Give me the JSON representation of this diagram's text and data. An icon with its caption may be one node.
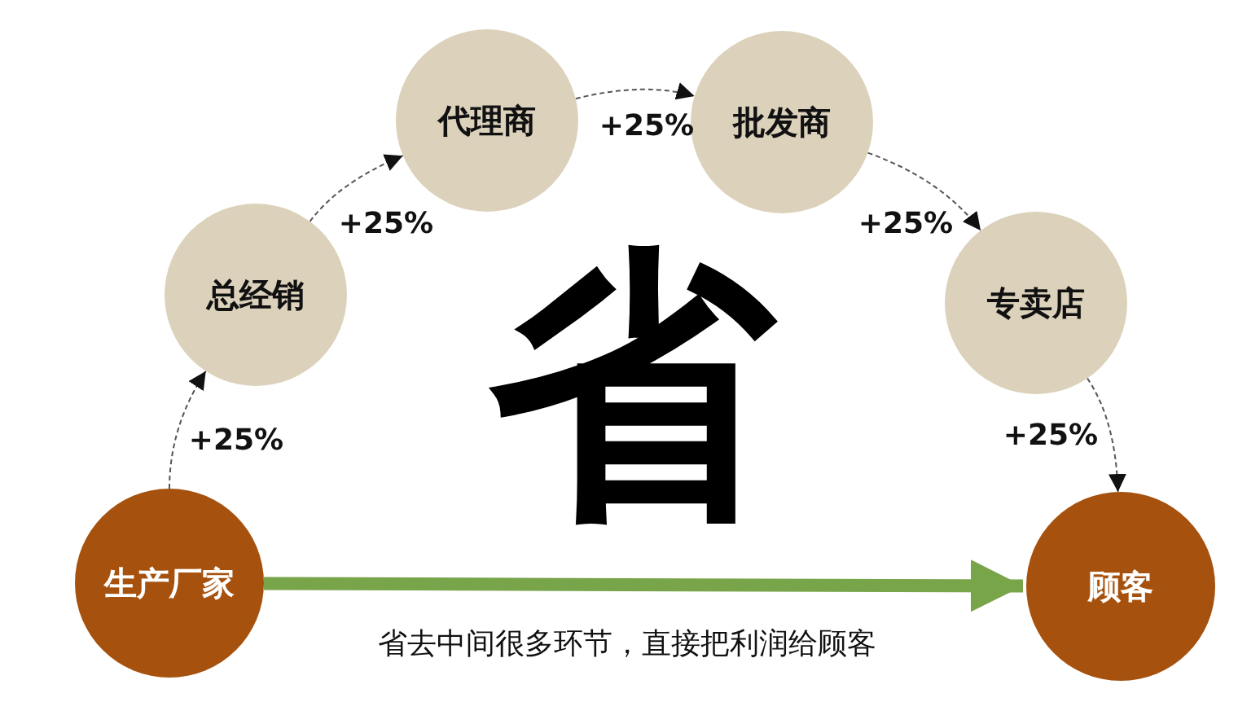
{
  "diagram": {
    "nodes": [
      {
        "text": [
          "生产厂家"
        ]
      },
      {
        "text": [
          "总经销"
        ]
      },
      {
        "text": [
          "代理商"
        ]
      },
      {
        "text": [
          "批发商"
        ]
      },
      {
        "text": [
          "专卖店"
        ]
      },
      {
        "text": [
          "顾客"
        ]
      }
    ],
    "edges": [
      {
        "from": 0,
        "to": 1,
        "arrow": "to",
        "label": "+25%",
        "style": "dashed"
      },
      {
        "from": 1,
        "to": 2,
        "arrow": "to",
        "label": "+25%",
        "style": "dashed"
      },
      {
        "from": 2,
        "to": 3,
        "arrow": "to",
        "label": "+25%",
        "style": "dashed"
      },
      {
        "from": 3,
        "to": 4,
        "arrow": "to",
        "label": "+25%",
        "style": "dashed"
      },
      {
        "from": 4,
        "to": 5,
        "arrow": "to",
        "label": "+25%",
        "style": "dashed"
      },
      {
        "from": 0,
        "to": 5,
        "arrow": "to",
        "label": "省去中间很多环节，直接把利润给顾客",
        "style": "thick",
        "color": "#78a44a"
      }
    ],
    "labels": [
      "省"
    ]
  }
}
